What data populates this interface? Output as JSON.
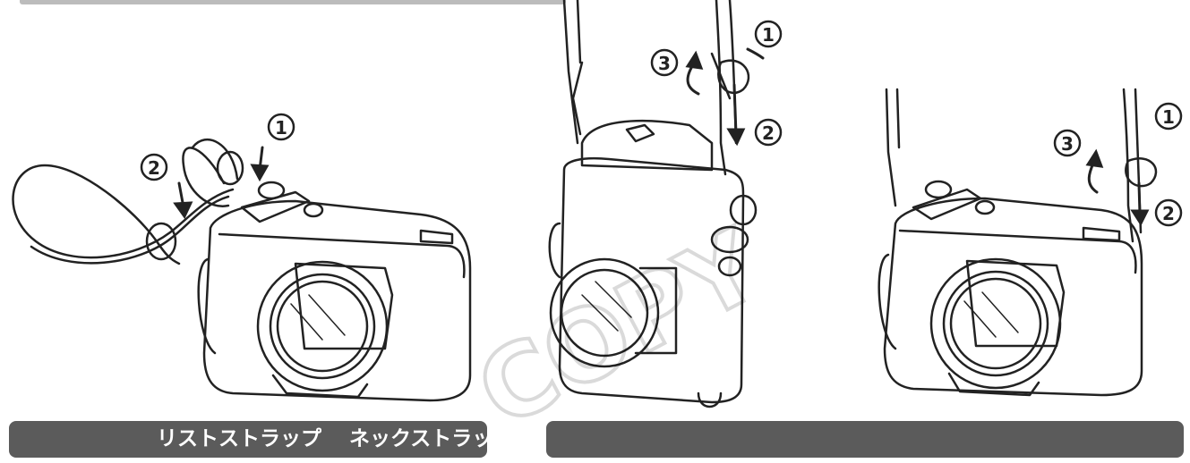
{
  "labels": {
    "wrist_strap": "リストストラップ",
    "neck_strap": "ネックストラップ"
  },
  "steps": [
    "1",
    "2",
    "3"
  ],
  "watermark": "COPY",
  "colors": {
    "bar": "#5b5b5b",
    "top_rule": "#bcbcbc",
    "line": "#222222"
  }
}
